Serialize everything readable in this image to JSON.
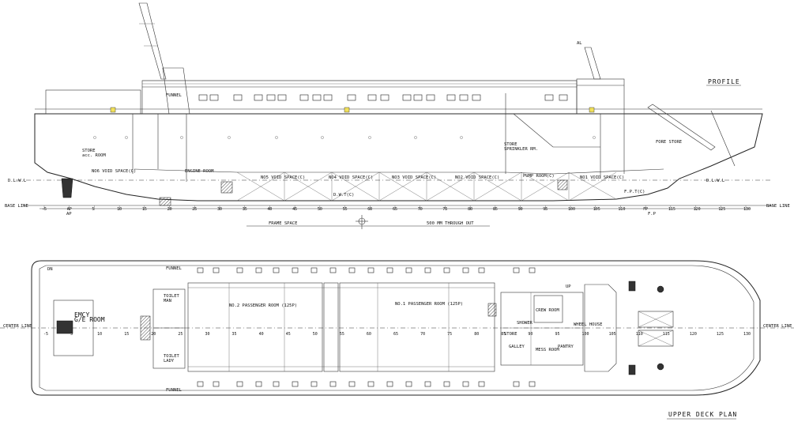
{
  "titles": {
    "profile": "PROFILE",
    "upper_deck_plan": "UPPER DECK PLAN"
  },
  "profile": {
    "funnel": "FUNNEL",
    "store": "STORE\nacc. ROOM",
    "store_sprinkler": "STORE\nSPRINKLER RM.",
    "fore_store": "FORE STORE",
    "engine_room": "ENGINE ROOM",
    "pump_room": "PUMP ROOM(C)",
    "void_no5": "NO5 VOID SPACE(C)",
    "void_no4": "NO4 VOID SPACE(C)",
    "void_no3": "NO3 VOID SPACE(C)",
    "void_no2": "NO2 VOID SPACE(C)",
    "void_no1": "NO1 VOID SPACE(C)",
    "void_no6": "NO6 VOID SPACE(C)",
    "fpt": "F.P.T(C)",
    "dwt": "D.W.T(C)",
    "dlwl_left": "D.L.W.L",
    "dlwl_right": "D.L.W.L",
    "base_line_left": "BASE LINE",
    "base_line_right": "BASE LINE",
    "ap": "AP",
    "fp": "F.P",
    "frame_space": "FRAME SPACE",
    "frame_space_note": "500 MM THROUGH OUT",
    "al": "AL"
  },
  "plan": {
    "passenger_room_2": "NO.2 PASSENGER ROOM (125P)",
    "passenger_room_1": "NO.1 PASSENGER ROOM (125P)",
    "funnel_top": "FUNNEL",
    "funnel_bottom": "FUNNEL",
    "toilet_man": "TOILET\nMAN",
    "toilet_lady": "TOILET\nLADY",
    "emcy_room": "EMCY\nG/E ROOM",
    "crew_room": "CREW ROOM",
    "wheel_house": "WHEEL HOUSE",
    "mess_room": "MESS ROOM",
    "galley": "GALLEY",
    "shower": "SHOWER",
    "pantry": "PANTRY",
    "store": "STORE",
    "center_line_left": "CENTER LINE",
    "center_line_right": "CENTER LINE",
    "up": "UP",
    "dn": "DN"
  },
  "frame_ticks": [
    "-5",
    "AP",
    "5",
    "10",
    "15",
    "20",
    "25",
    "30",
    "35",
    "40",
    "45",
    "50",
    "55",
    "60",
    "65",
    "70",
    "75",
    "80",
    "85",
    "90",
    "95",
    "100",
    "105",
    "110",
    "FP",
    "115",
    "120",
    "125",
    "130"
  ],
  "plan_ticks": [
    "-5",
    "5",
    "10",
    "15",
    "20",
    "25",
    "30",
    "35",
    "40",
    "45",
    "50",
    "55",
    "60",
    "65",
    "70",
    "75",
    "80",
    "85",
    "90",
    "95",
    "100",
    "105",
    "110",
    "115",
    "120",
    "125",
    "130"
  ]
}
